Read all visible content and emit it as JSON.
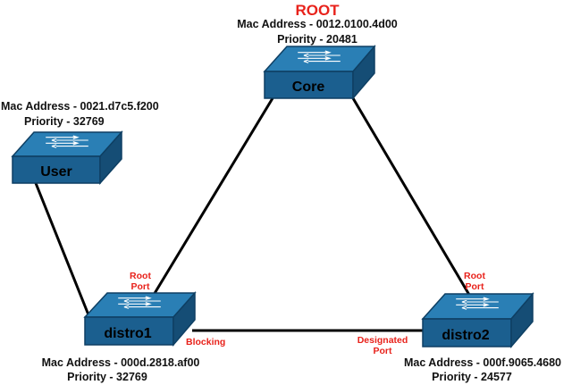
{
  "root_label": "ROOT",
  "colors": {
    "switch_top": "#2a7fb5",
    "switch_front": "#1b5f8f",
    "switch_edge": "#0e3f63",
    "link": "#000000",
    "annotation": "#e8221b"
  },
  "switches": {
    "core": {
      "name": "Core",
      "mac": "Mac Address - 0012.0100.4d00",
      "priority": "Priority - 20481",
      "icon": "network-switch-icon"
    },
    "user": {
      "name": "User",
      "mac": "Mac Address - 0021.d7c5.f200",
      "priority": "Priority - 32769",
      "icon": "network-switch-icon"
    },
    "distro1": {
      "name": "distro1",
      "mac": "Mac Address - 000d.2818.af00",
      "priority": "Priority - 32769",
      "icon": "network-switch-icon"
    },
    "distro2": {
      "name": "distro2",
      "mac": "Mac Address - 000f.9065.4680",
      "priority": "Priority - 24577",
      "icon": "network-switch-icon"
    }
  },
  "port_labels": {
    "distro1_root_1": "Root",
    "distro1_root_2": "Port",
    "distro2_root_1": "Root",
    "distro2_root_2": "Port",
    "blocking": "Blocking",
    "designated_1": "Designated",
    "designated_2": "Port"
  }
}
